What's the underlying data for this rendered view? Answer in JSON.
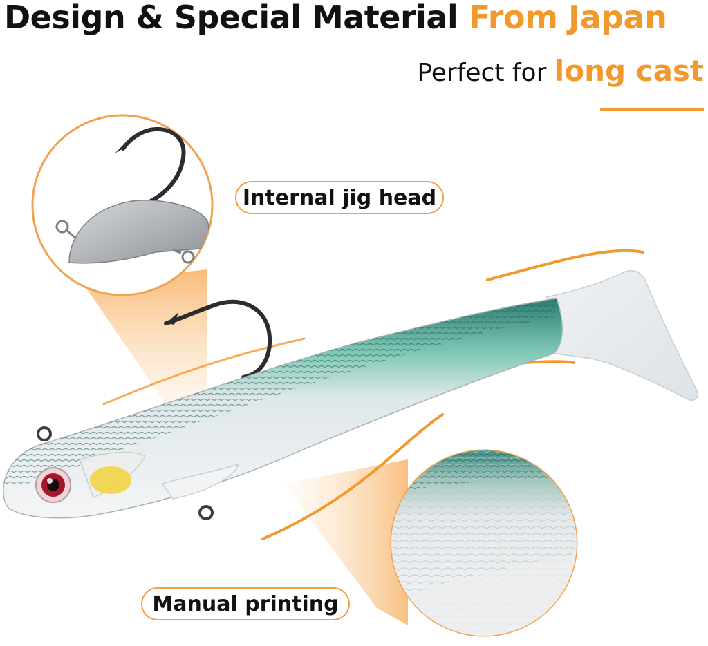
{
  "header": {
    "title_main": "Design & Special Material",
    "title_accent": "From Japan",
    "subtitle_main": "Perfect for",
    "subtitle_accent": "long cast"
  },
  "callouts": {
    "jig_head": "Internal jig head",
    "printing": "Manual printing"
  },
  "colors": {
    "accent": "#f2992e",
    "text": "#111111",
    "lure_back": "#3f9a8c",
    "lure_body": "#e8ecef"
  },
  "icons": {
    "hook": "fishing-hook",
    "jig": "jig-head",
    "lure": "soft-plastic-swimbait"
  }
}
